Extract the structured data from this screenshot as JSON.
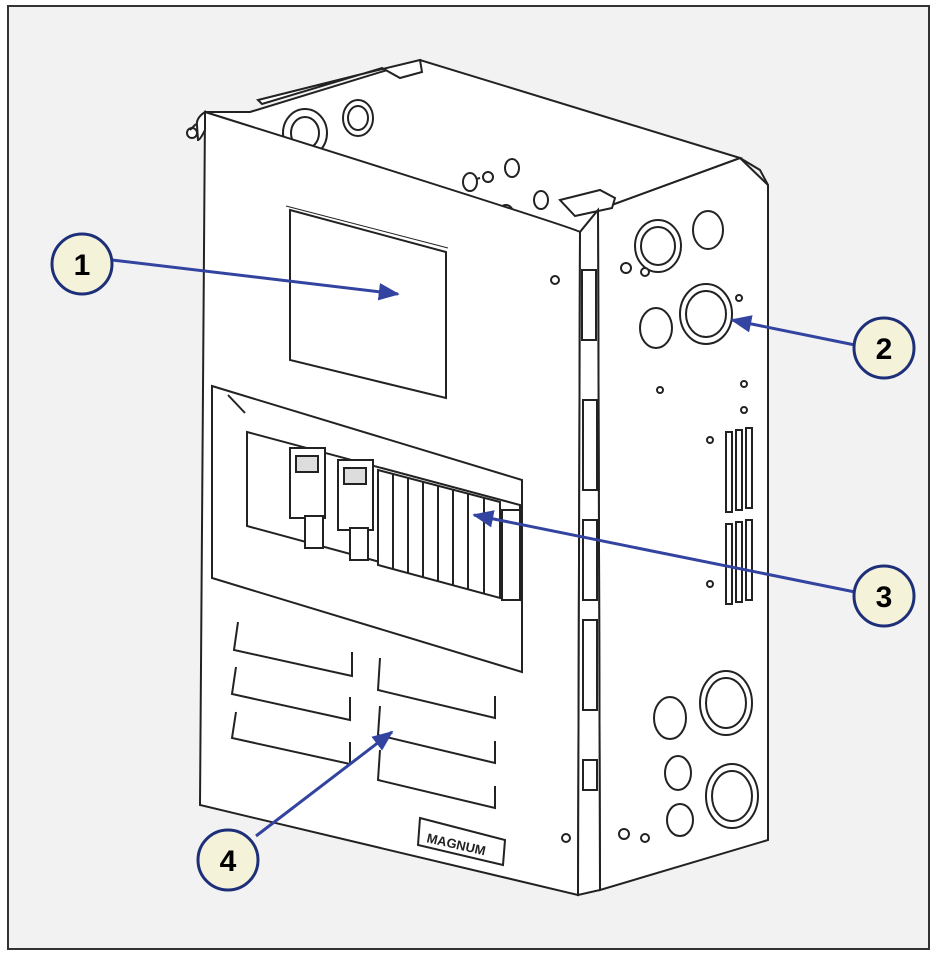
{
  "figure": {
    "background": "#f2f2f2",
    "frame_color": "#333333",
    "line_color": "#222222",
    "panel_fill": "#ffffff",
    "arrow_color": "#3343a0",
    "callout_fill": "#f4f2d8",
    "callout_stroke": "#1e2f7a",
    "logo_text": "MAGNUM",
    "callouts": [
      {
        "number": "1"
      },
      {
        "number": "2"
      },
      {
        "number": "3"
      },
      {
        "number": "4"
      }
    ]
  }
}
